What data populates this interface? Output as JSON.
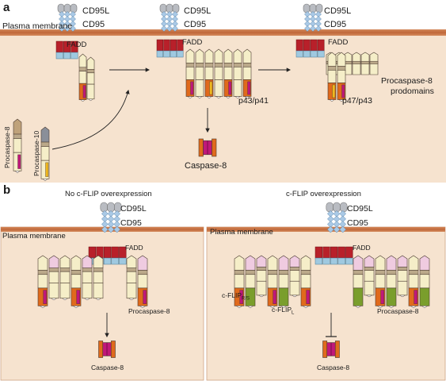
{
  "panels": {
    "a": "a",
    "b": "b"
  },
  "panel_a": {
    "cd95l": "CD95L",
    "cd95": "CD95",
    "plasma_membrane": "Plasma membrane",
    "fadd": "FADD",
    "procaspase8": "Procaspase-8",
    "procaspase10": "Procaspase-10",
    "p43p41": "p43/p41",
    "p47p43": "p47/p43",
    "prodomains_line1": "Procaspase-8",
    "prodomains_line2": "prodomains",
    "caspase8": "Caspase-8"
  },
  "panel_b_left": {
    "title": "No c-FLIP overexpression",
    "cd95l": "CD95L",
    "cd95": "CD95",
    "plasma_membrane": "Plasma membrane",
    "fadd": "FADD",
    "procaspase8": "Procaspase-8",
    "caspase8": "Caspase-8"
  },
  "panel_b_right": {
    "title": "c-FLIP overexpression",
    "cd95l": "CD95L",
    "cd95": "CD95",
    "plasma_membrane": "Plasma membrane",
    "fadd": "FADD",
    "cflip_rs": "c-FLIP",
    "cflip_rs_sub": "R/S",
    "cflip_l": "c-FLIP",
    "cflip_l_sub": "L",
    "procaspase8": "Procaspase-8",
    "caspase8": "Caspase-8"
  },
  "colors": {
    "membrane": "#c8764a",
    "cytoplasm": "#f6e3cf",
    "ligand": "#b9bcc2",
    "receptor": "#a9c9e6",
    "fadd_red": "#b8202a",
    "fadd_blue": "#9fc9e0",
    "ded_cream": "#f5eec8",
    "caspase_orange": "#e06a1c",
    "caspase_magenta": "#c0187a",
    "caspase10_yellow": "#f0b81e",
    "cflip_green": "#7a9e2c",
    "cflip_pink": "#efcbe0"
  }
}
